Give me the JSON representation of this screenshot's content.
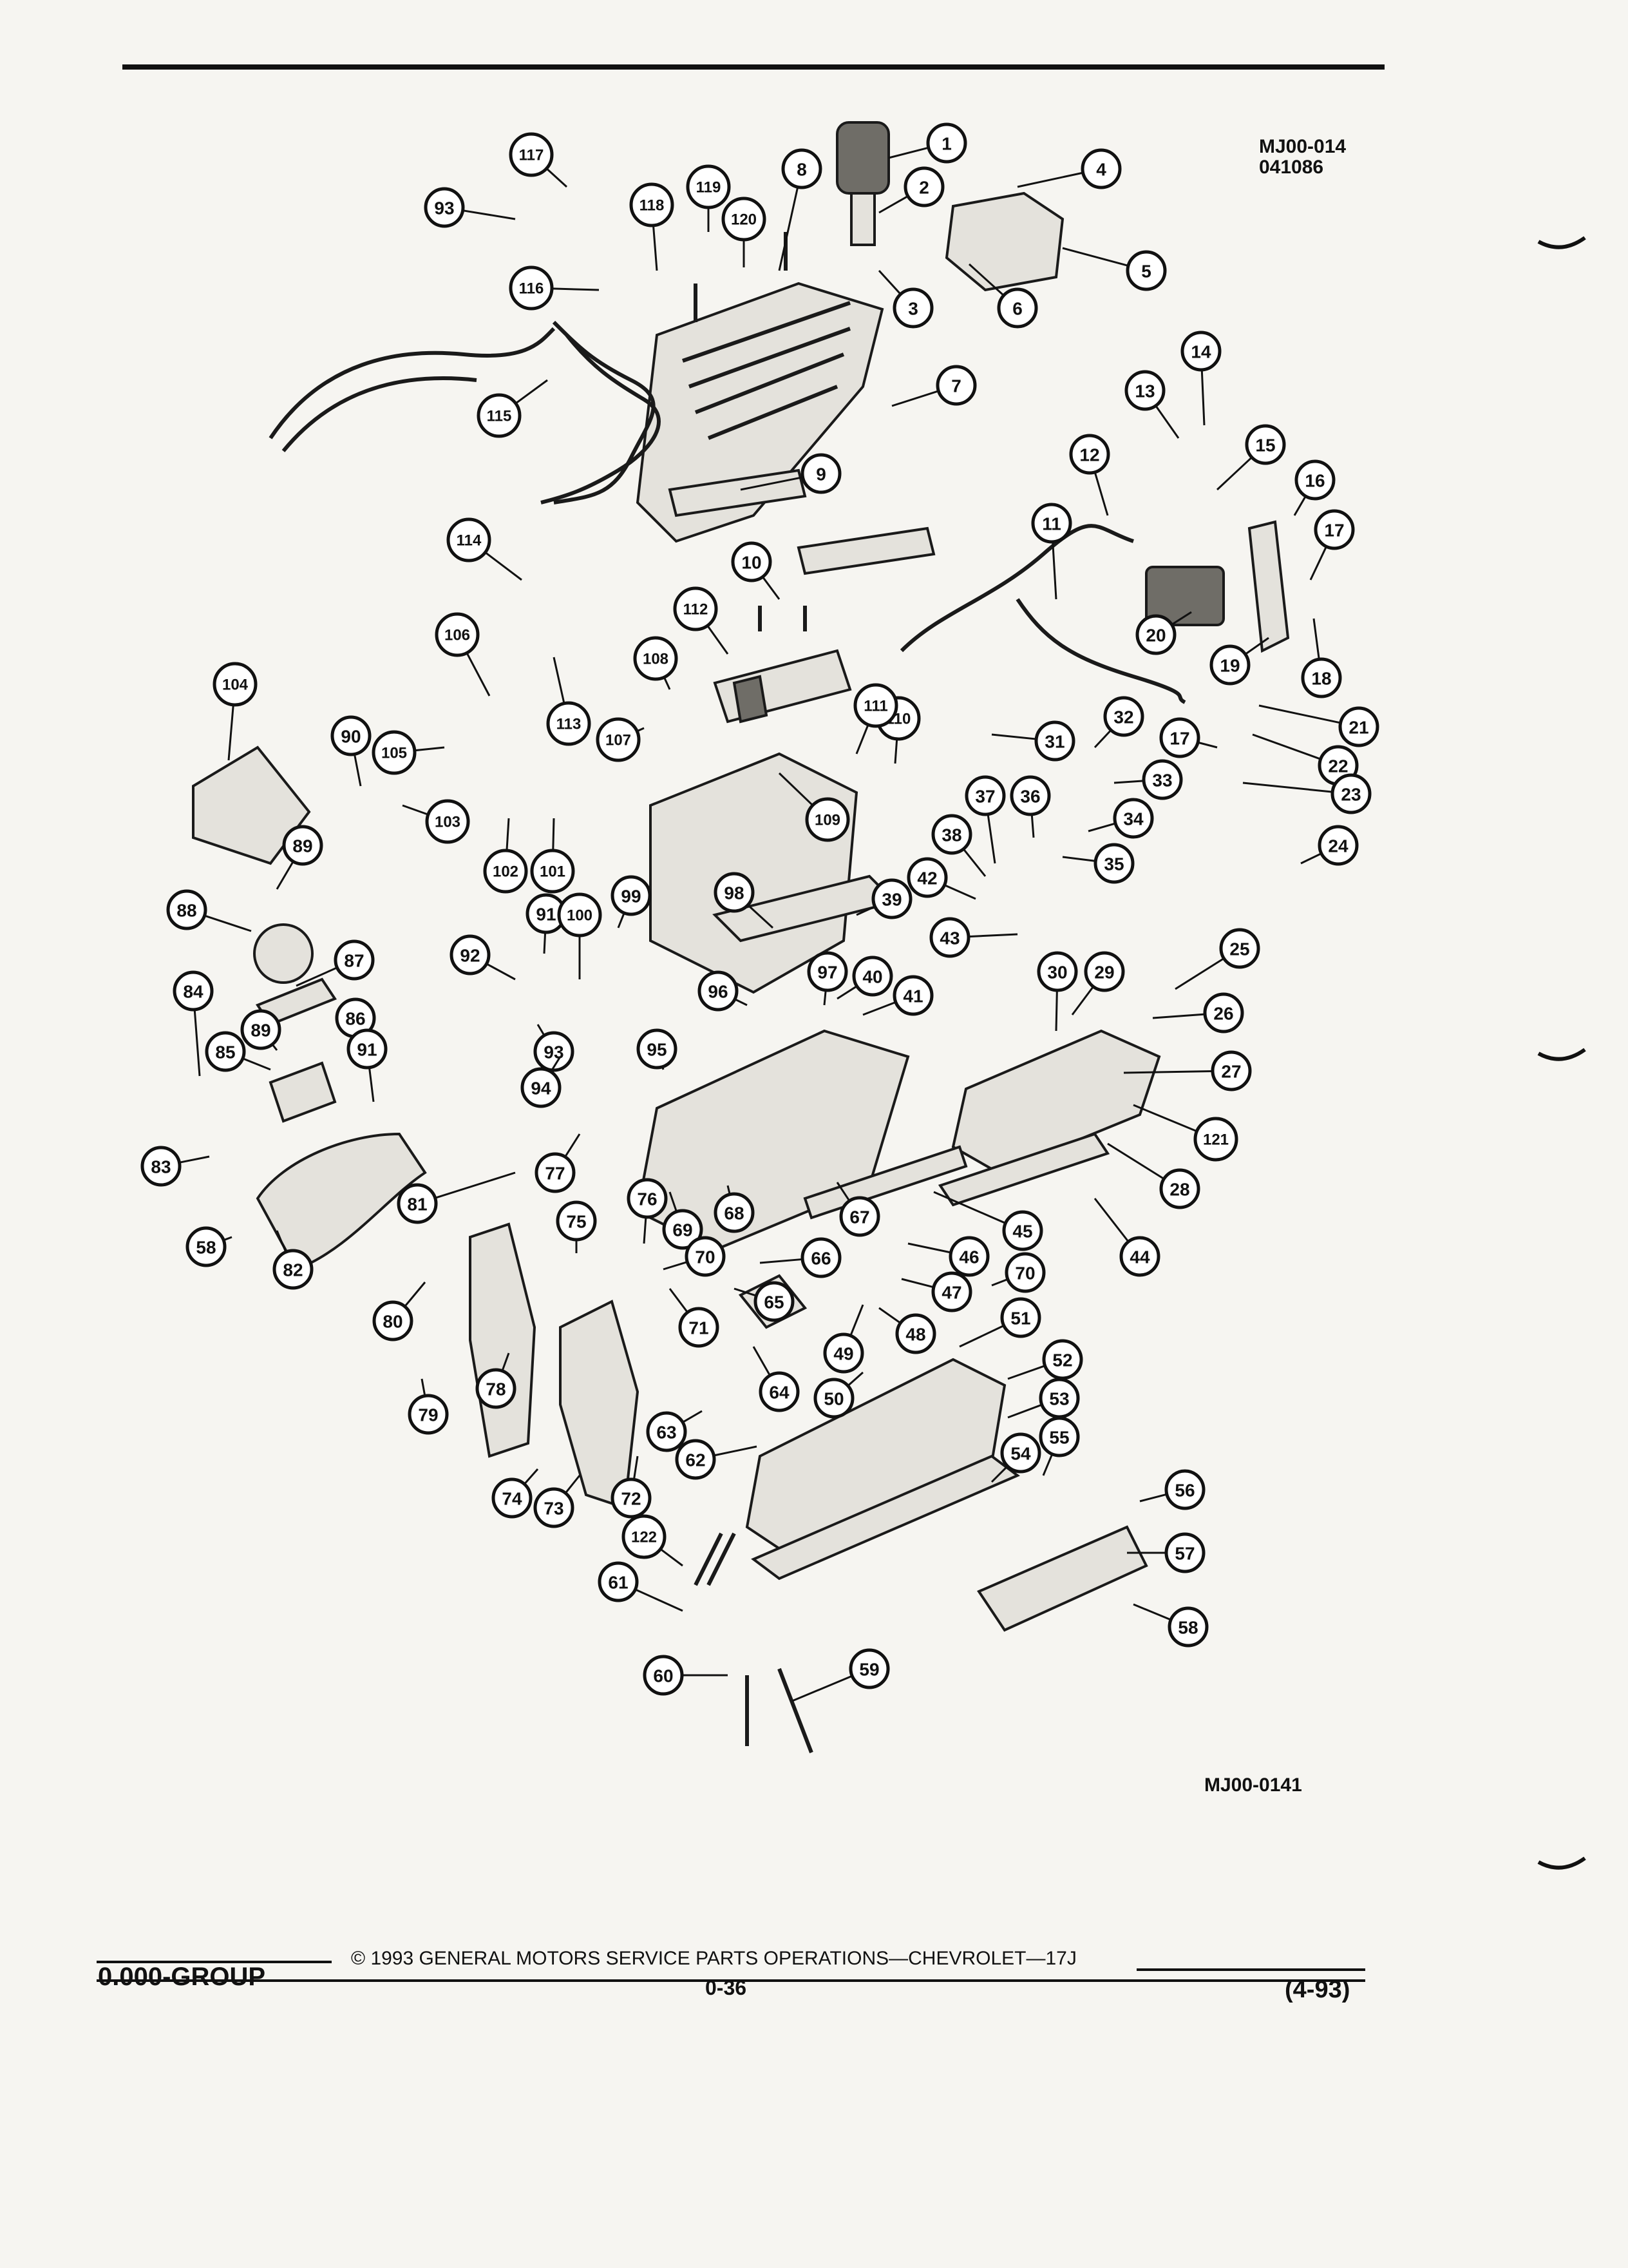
{
  "figure": {
    "ref_top_line1": "MJ00-014",
    "ref_top_line2": "041086",
    "ref_bottom": "MJ00-0141"
  },
  "callouts": [
    {
      "label": "1"
    },
    {
      "label": "2"
    },
    {
      "label": "3"
    },
    {
      "label": "4"
    },
    {
      "label": "5"
    },
    {
      "label": "6"
    },
    {
      "label": "7"
    },
    {
      "label": "8"
    },
    {
      "label": "9"
    },
    {
      "label": "10"
    },
    {
      "label": "11"
    },
    {
      "label": "12"
    },
    {
      "label": "13"
    },
    {
      "label": "14"
    },
    {
      "label": "15"
    },
    {
      "label": "16"
    },
    {
      "label": "17"
    },
    {
      "label": "18"
    },
    {
      "label": "19"
    },
    {
      "label": "20"
    },
    {
      "label": "21"
    },
    {
      "label": "22"
    },
    {
      "label": "23"
    },
    {
      "label": "24"
    },
    {
      "label": "25"
    },
    {
      "label": "26"
    },
    {
      "label": "27"
    },
    {
      "label": "28"
    },
    {
      "label": "29"
    },
    {
      "label": "30"
    },
    {
      "label": "31"
    },
    {
      "label": "32"
    },
    {
      "label": "33"
    },
    {
      "label": "34"
    },
    {
      "label": "35"
    },
    {
      "label": "36"
    },
    {
      "label": "37"
    },
    {
      "label": "38"
    },
    {
      "label": "39"
    },
    {
      "label": "40"
    },
    {
      "label": "41"
    },
    {
      "label": "42"
    },
    {
      "label": "43"
    },
    {
      "label": "44"
    },
    {
      "label": "45"
    },
    {
      "label": "46"
    },
    {
      "label": "47"
    },
    {
      "label": "48"
    },
    {
      "label": "49"
    },
    {
      "label": "50"
    },
    {
      "label": "51"
    },
    {
      "label": "52"
    },
    {
      "label": "53"
    },
    {
      "label": "54"
    },
    {
      "label": "55"
    },
    {
      "label": "56"
    },
    {
      "label": "57"
    },
    {
      "label": "58"
    },
    {
      "label": "59"
    },
    {
      "label": "60"
    },
    {
      "label": "61"
    },
    {
      "label": "62"
    },
    {
      "label": "63"
    },
    {
      "label": "64"
    },
    {
      "label": "65"
    },
    {
      "label": "66"
    },
    {
      "label": "67"
    },
    {
      "label": "68"
    },
    {
      "label": "69"
    },
    {
      "label": "70"
    },
    {
      "label": "71"
    },
    {
      "label": "72"
    },
    {
      "label": "73"
    },
    {
      "label": "74"
    },
    {
      "label": "75"
    },
    {
      "label": "76"
    },
    {
      "label": "77"
    },
    {
      "label": "78"
    },
    {
      "label": "79"
    },
    {
      "label": "80"
    },
    {
      "label": "81"
    },
    {
      "label": "82"
    },
    {
      "label": "83"
    },
    {
      "label": "84"
    },
    {
      "label": "85"
    },
    {
      "label": "86"
    },
    {
      "label": "87"
    },
    {
      "label": "88"
    },
    {
      "label": "89"
    },
    {
      "label": "90"
    },
    {
      "label": "91"
    },
    {
      "label": "92"
    },
    {
      "label": "93"
    },
    {
      "label": "94"
    },
    {
      "label": "95"
    },
    {
      "label": "96"
    },
    {
      "label": "97"
    },
    {
      "label": "98"
    },
    {
      "label": "99"
    },
    {
      "label": "100"
    },
    {
      "label": "101"
    },
    {
      "label": "102"
    },
    {
      "label": "103"
    },
    {
      "label": "104"
    },
    {
      "label": "105"
    },
    {
      "label": "106"
    },
    {
      "label": "107"
    },
    {
      "label": "108"
    },
    {
      "label": "109"
    },
    {
      "label": "110"
    },
    {
      "label": "111"
    },
    {
      "label": "112"
    },
    {
      "label": "113"
    },
    {
      "label": "114"
    },
    {
      "label": "115"
    },
    {
      "label": "116"
    },
    {
      "label": "117"
    },
    {
      "label": "118"
    },
    {
      "label": "119"
    },
    {
      "label": "120"
    },
    {
      "label": "121"
    },
    {
      "label": "122"
    },
    {
      "label": "93"
    },
    {
      "label": "17"
    },
    {
      "label": "89"
    },
    {
      "label": "91"
    },
    {
      "label": "70"
    },
    {
      "label": "58"
    }
  ],
  "footer": {
    "group": "0.000-GROUP",
    "copyright": "© 1993 GENERAL MOTORS SERVICE PARTS OPERATIONS—CHEVROLET—17J",
    "page": "0-36",
    "date_code": "(4-93)"
  }
}
